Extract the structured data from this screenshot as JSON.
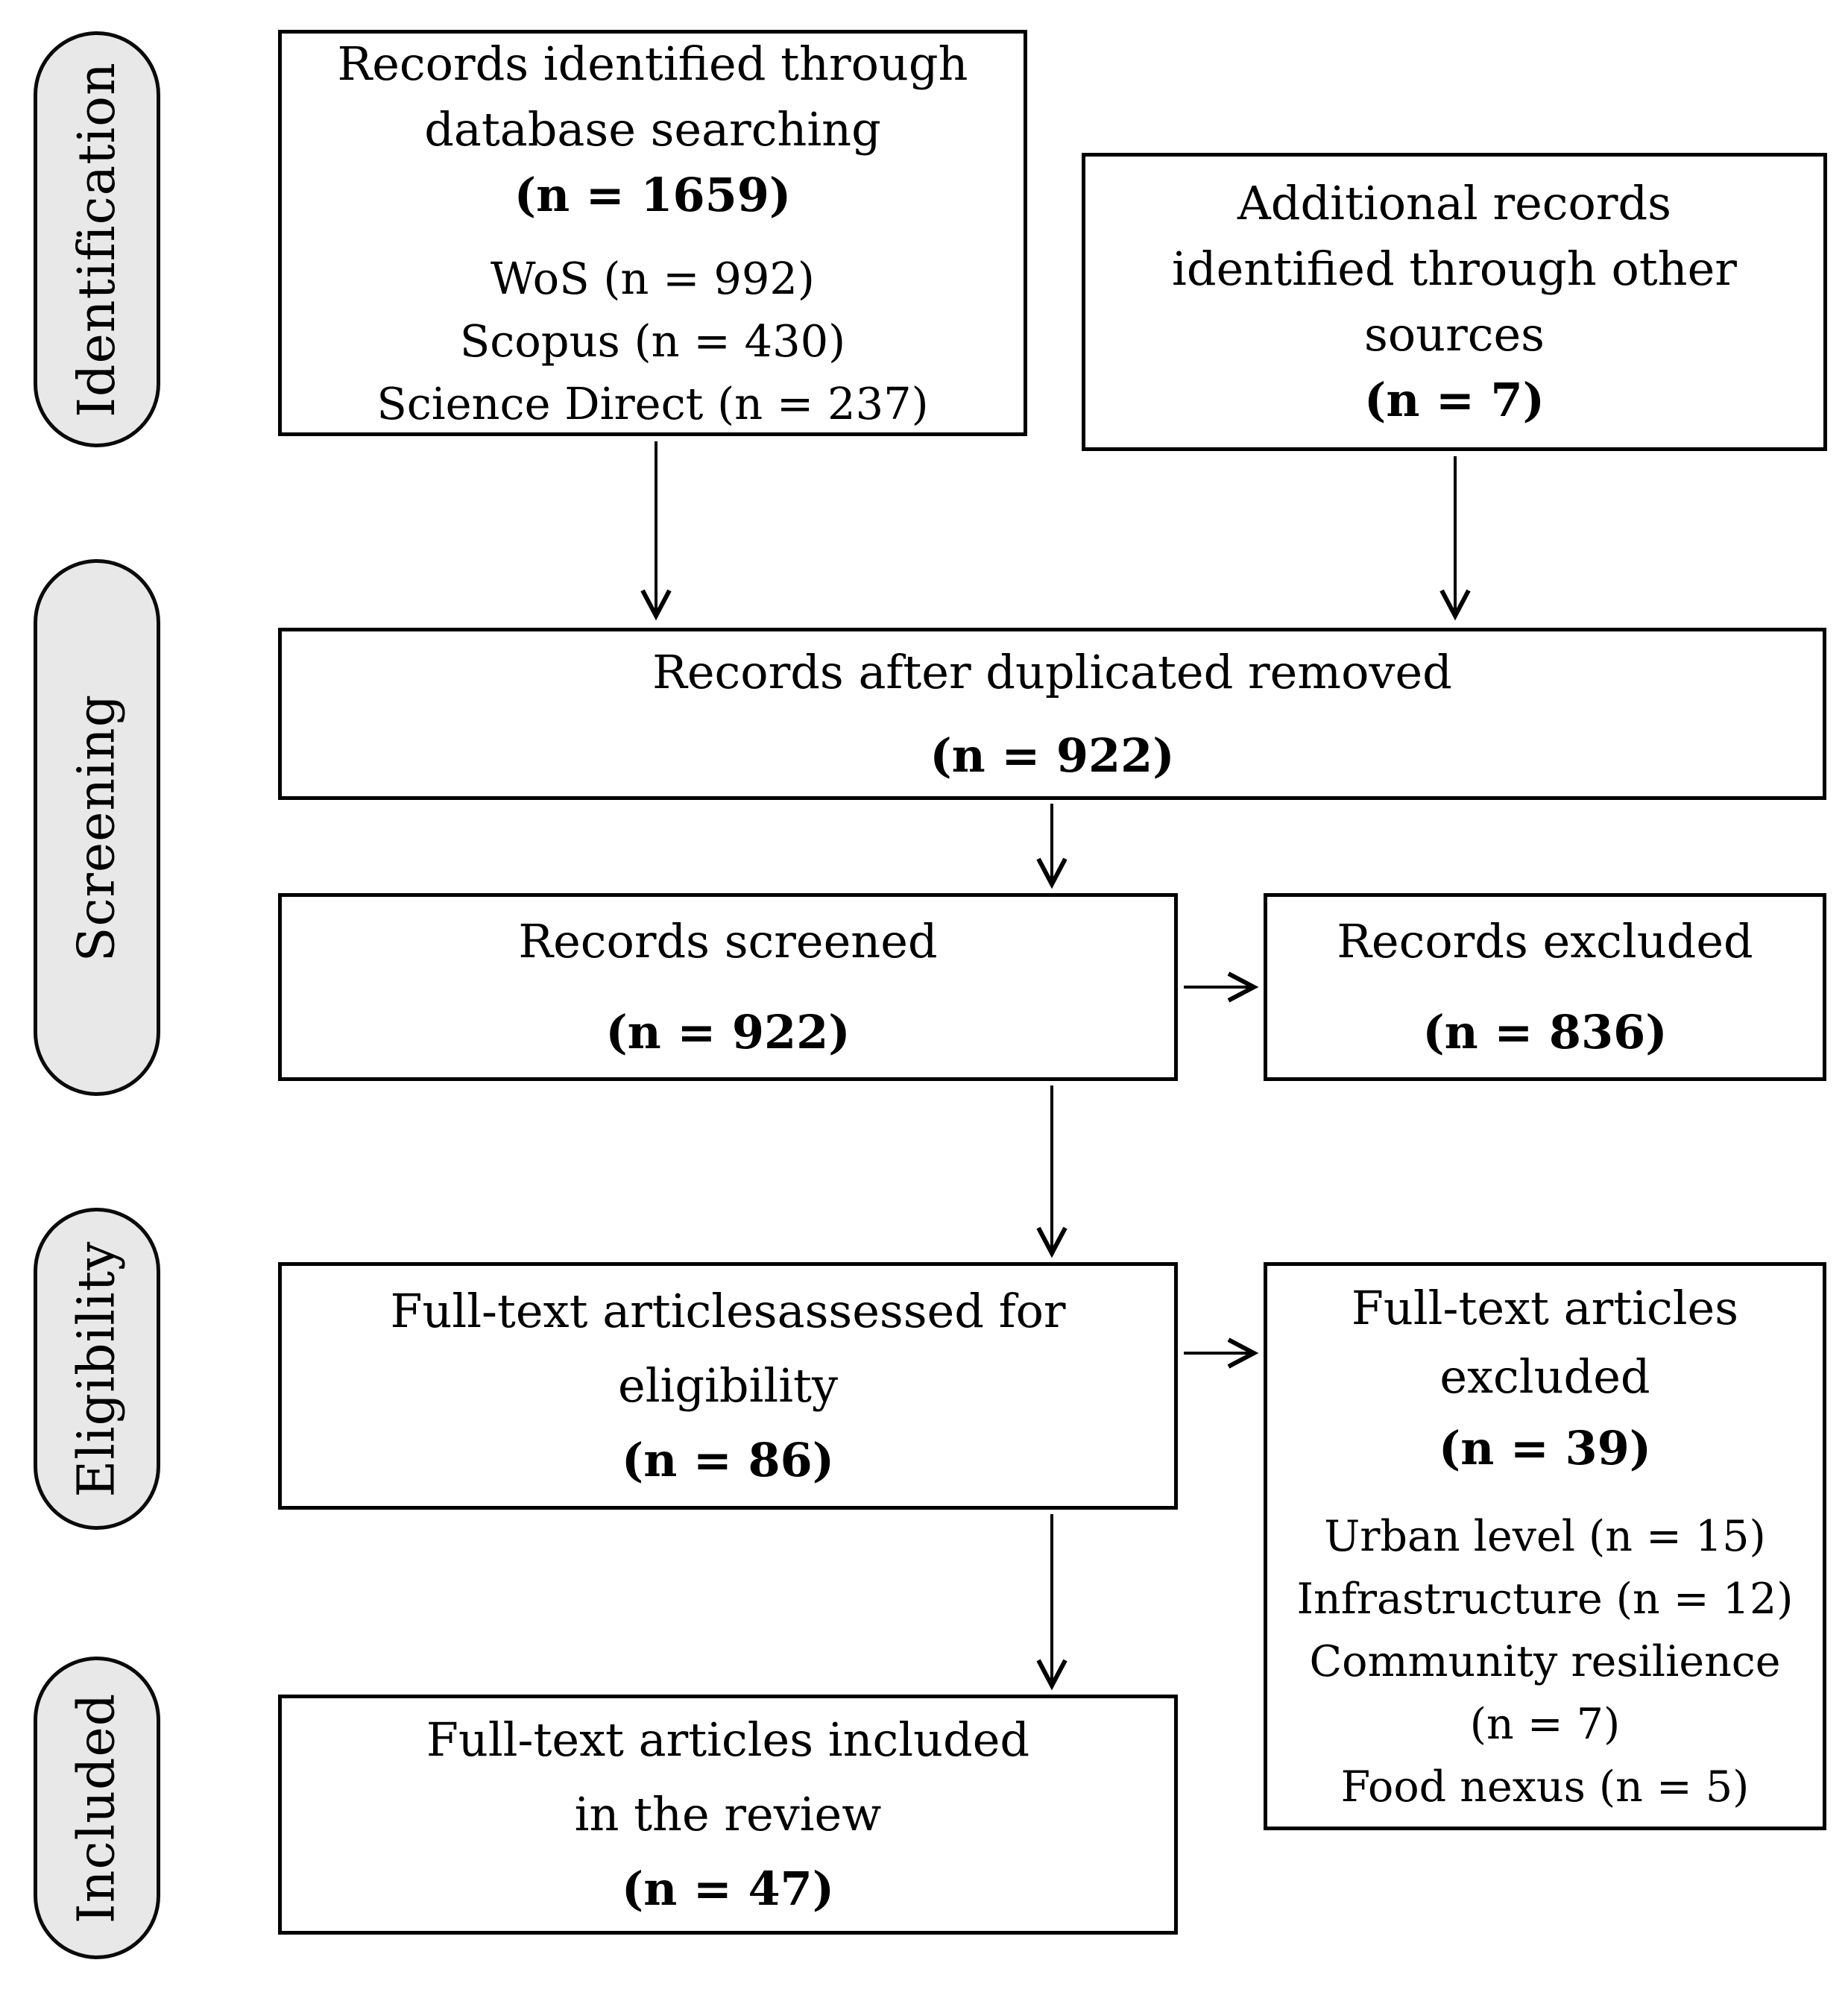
{
  "stages": {
    "identification": "Identification",
    "screening": "Screening",
    "eligibility": "Eligibility",
    "included": "Included"
  },
  "boxes": {
    "records_identified": {
      "line1": "Records identified through",
      "line2": "database searching",
      "count": "(n = 1659)",
      "source1": "WoS (n = 992)",
      "source2": "Scopus (n = 430)",
      "source3": "Science Direct (n = 237)"
    },
    "additional_records": {
      "line1": "Additional records",
      "line2": "identified through other",
      "line3": "sources",
      "count": "(n = 7)"
    },
    "after_duplicates": {
      "line1": "Records after duplicated removed",
      "count": "(n = 922)"
    },
    "records_screened": {
      "line1": "Records screened",
      "count": "(n = 922)"
    },
    "records_excluded": {
      "line1": "Records excluded",
      "count": "(n = 836)"
    },
    "fulltext_assessed": {
      "line1": "Full-text articlesassessed for",
      "line2": "eligibility",
      "count": "(n = 86)"
    },
    "fulltext_excluded": {
      "line1": "Full-text articles",
      "line2": "excluded",
      "count": "(n = 39)",
      "reason1": "Urban level (n = 15)",
      "reason2": "Infrastructure (n = 12)",
      "reason3": "Community resilience",
      "reason3b": "(n = 7)",
      "reason4": "Food nexus (n = 5)"
    },
    "fulltext_included": {
      "line1": "Full-text articles included",
      "line2": "in the review",
      "count": "(n = 47)"
    }
  }
}
